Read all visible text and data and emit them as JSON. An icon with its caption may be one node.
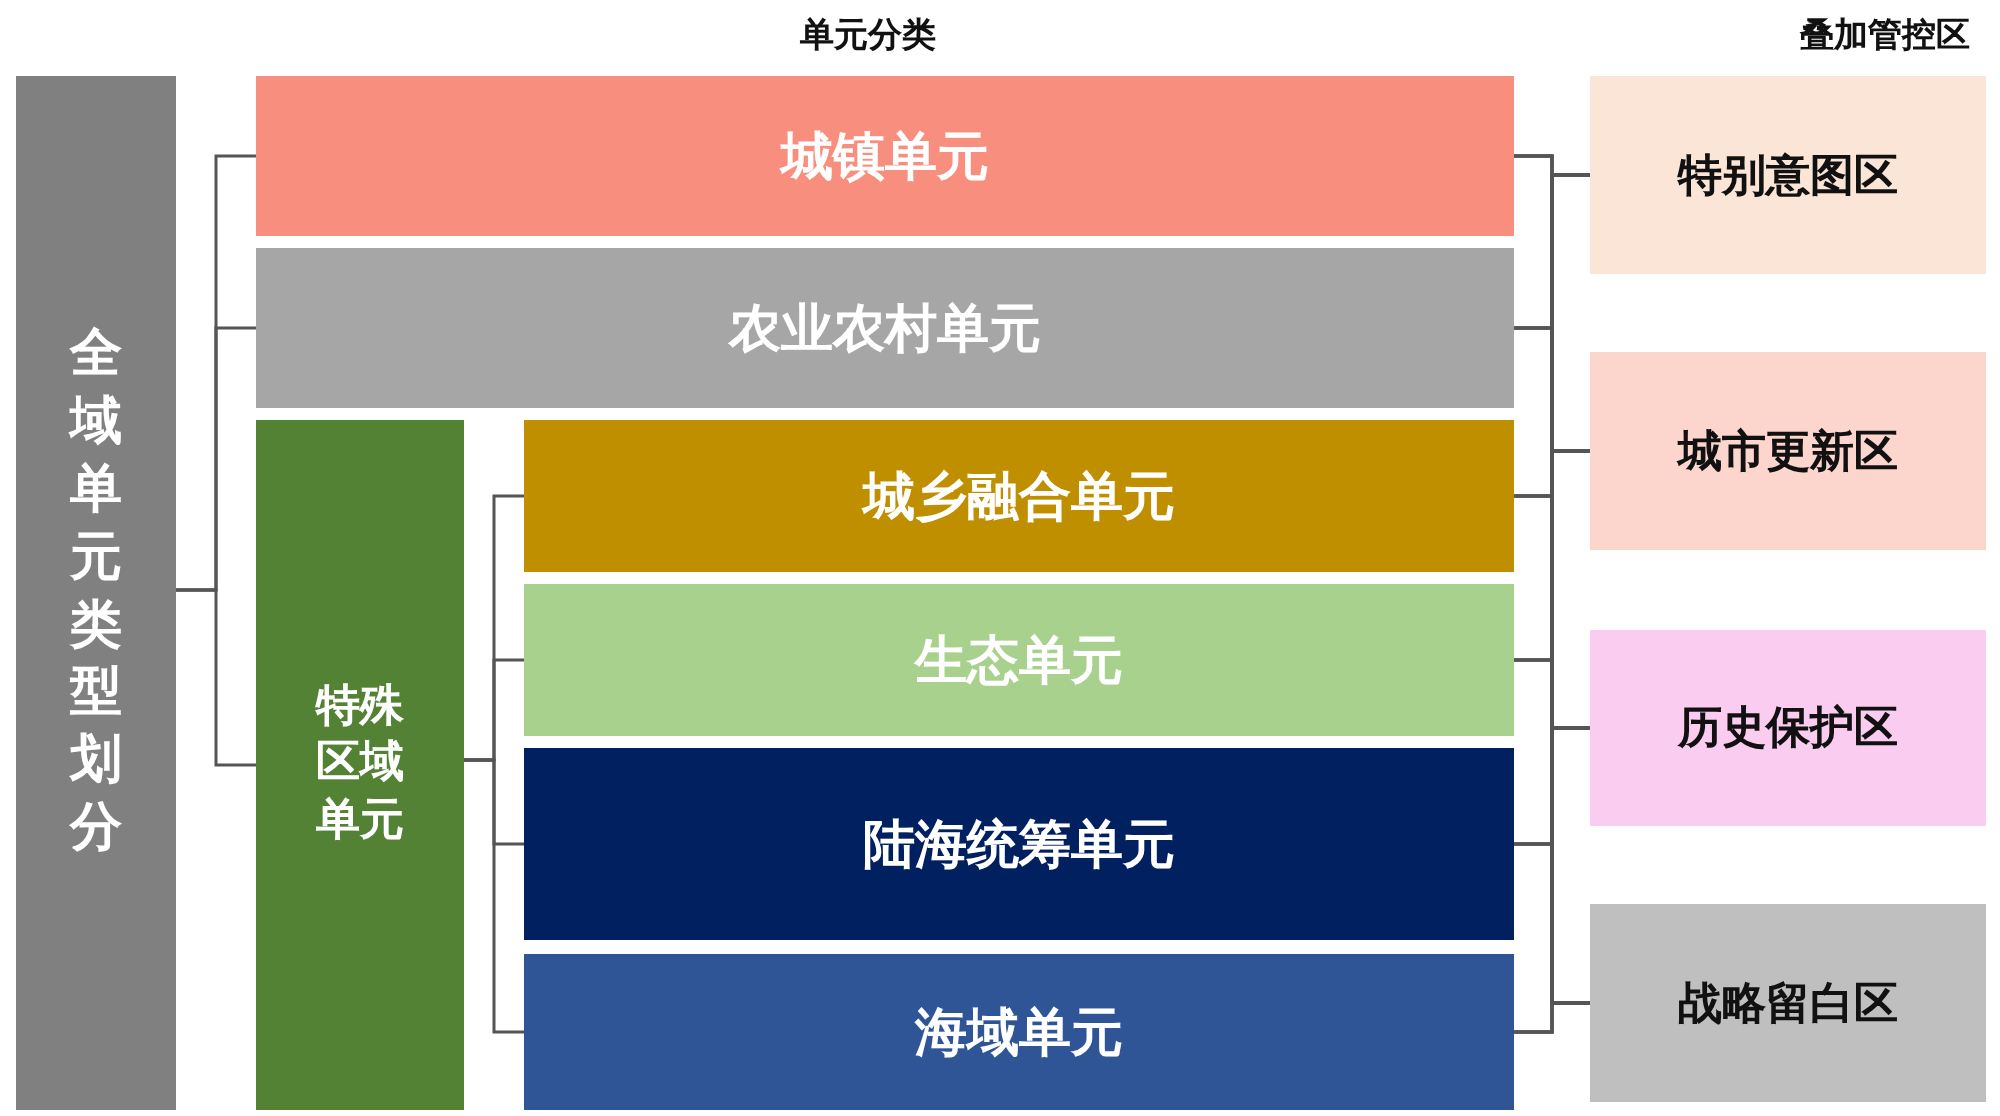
{
  "diagram": {
    "nodes": [
      {
        "text": [
          "全域单元类型划分"
        ]
      },
      {
        "text": [
          "城镇单元"
        ]
      },
      {
        "text": [
          "农业农村单元"
        ]
      },
      {
        "text": [
          "特殊区域单元"
        ]
      },
      {
        "text": [
          "城乡融合单元"
        ]
      },
      {
        "text": [
          "生态单元"
        ]
      },
      {
        "text": [
          "陆海统筹单元"
        ]
      },
      {
        "text": [
          "海域单元"
        ]
      },
      {
        "text": [
          "特别意图区"
        ]
      },
      {
        "text": [
          "城市更新区"
        ]
      },
      {
        "text": [
          "历史保护区"
        ]
      },
      {
        "text": [
          "战略留白区"
        ]
      }
    ],
    "edges": [
      {
        "from": 0,
        "to": 1,
        "arrow": "none"
      },
      {
        "from": 0,
        "to": 2,
        "arrow": "none"
      },
      {
        "from": 0,
        "to": 3,
        "arrow": "none"
      },
      {
        "from": 3,
        "to": 4,
        "arrow": "none"
      },
      {
        "from": 3,
        "to": 5,
        "arrow": "none"
      },
      {
        "from": 3,
        "to": 6,
        "arrow": "none"
      },
      {
        "from": 3,
        "to": 7,
        "arrow": "none"
      },
      {
        "from": 1,
        "to": 8,
        "arrow": "none"
      },
      {
        "from": 1,
        "to": 9,
        "arrow": "none"
      },
      {
        "from": 1,
        "to": 10,
        "arrow": "none"
      },
      {
        "from": 1,
        "to": 11,
        "arrow": "none"
      },
      {
        "from": 2,
        "to": 8,
        "arrow": "none"
      },
      {
        "from": 2,
        "to": 9,
        "arrow": "none"
      },
      {
        "from": 2,
        "to": 10,
        "arrow": "none"
      },
      {
        "from": 2,
        "to": 11,
        "arrow": "none"
      },
      {
        "from": 4,
        "to": 8,
        "arrow": "none"
      },
      {
        "from": 4,
        "to": 9,
        "arrow": "none"
      },
      {
        "from": 4,
        "to": 10,
        "arrow": "none"
      },
      {
        "from": 4,
        "to": 11,
        "arrow": "none"
      },
      {
        "from": 5,
        "to": 8,
        "arrow": "none"
      },
      {
        "from": 5,
        "to": 9,
        "arrow": "none"
      },
      {
        "from": 5,
        "to": 10,
        "arrow": "none"
      },
      {
        "from": 5,
        "to": 11,
        "arrow": "none"
      },
      {
        "from": 6,
        "to": 8,
        "arrow": "none"
      },
      {
        "from": 6,
        "to": 9,
        "arrow": "none"
      },
      {
        "from": 6,
        "to": 10,
        "arrow": "none"
      },
      {
        "from": 6,
        "to": 11,
        "arrow": "none"
      },
      {
        "from": 7,
        "to": 8,
        "arrow": "none"
      },
      {
        "from": 7,
        "to": 9,
        "arrow": "none"
      },
      {
        "from": 7,
        "to": 10,
        "arrow": "none"
      },
      {
        "from": 7,
        "to": 11,
        "arrow": "none"
      }
    ],
    "labels": [
      "单元分类",
      "叠加管控区"
    ]
  }
}
